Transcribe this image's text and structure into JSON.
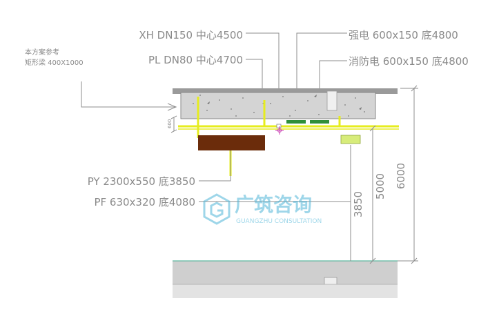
{
  "labels": {
    "xh": "XH DN150 中心4500",
    "pl": "PL DN80 中心4700",
    "strong_power": "强电 600x150 底4800",
    "fire_power": "消防电 600x150 底4800",
    "beam_note_1": "本方案参考",
    "beam_note_2": "矩形梁 400X1000",
    "py": "PY 2300x550 底3850",
    "pf": "PF 630x320 底4080"
  },
  "dimensions": {
    "beam_height": "600",
    "floor_height": "6000",
    "cable_tray_bottom": "5000",
    "duct_bottom": "3850"
  },
  "watermark": {
    "brand": "广筑咨询",
    "english": "GUANGZHU CONSULTATION"
  },
  "colors": {
    "slab": "#cfcfcf",
    "slab_edge": "#8a8a8a",
    "pipe": "#e6ec1e",
    "duct_py": "#6b2c0b",
    "duct_pf": "#d7ec7a",
    "tray": "#2f8f3a",
    "leader": "#8c8c8c",
    "text": "#8a8a8a",
    "watermark": "#4fb6d8"
  }
}
